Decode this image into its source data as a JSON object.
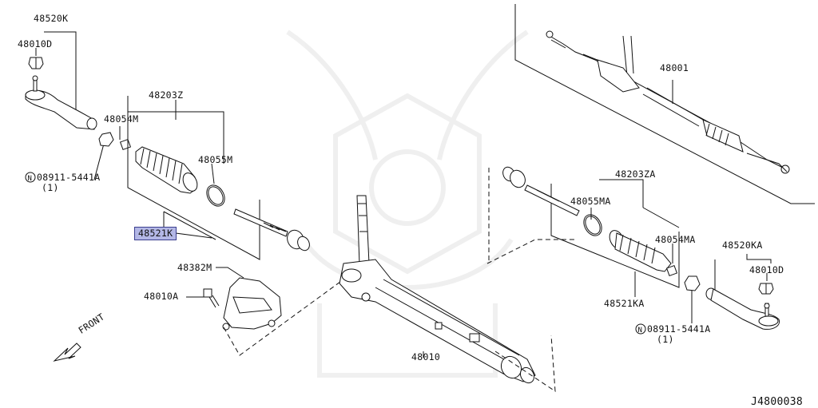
{
  "diagram": {
    "code": "J4800038",
    "front_label": "FRONT",
    "highlight_color": "#b3b7e6",
    "labels": {
      "p48520K": "48520K",
      "p48010D_left": "48010D",
      "p48054M": "48054M",
      "p48203Z": "48203Z",
      "p48055M": "48055M",
      "p08911_left": "08911-5441A",
      "p08911_left_qty": "(1)",
      "p48521K": "48521K",
      "p48382M": "48382M",
      "p48010A": "48010A",
      "p48010": "48010",
      "p48001": "48001",
      "p48203ZA": "48203ZA",
      "p48055MA": "48055MA",
      "p48054MA": "48054MA",
      "p48520KA": "48520KA",
      "p48010D_right": "48010D",
      "p48521KA": "48521KA",
      "p08911_right": "08911-5441A",
      "p08911_right_qty": "(1)"
    }
  }
}
